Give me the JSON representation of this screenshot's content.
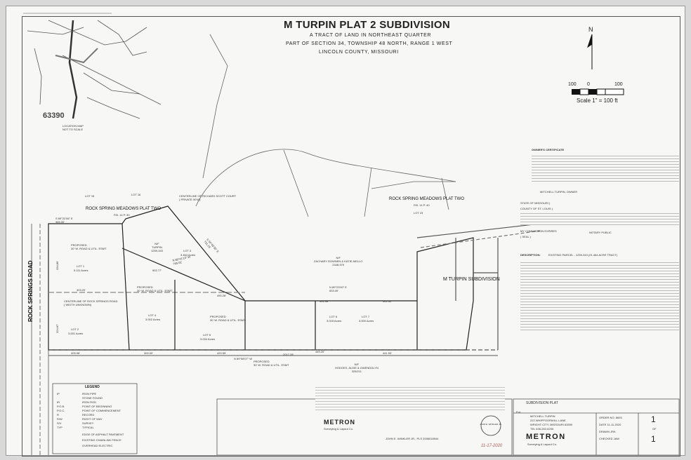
{
  "title": {
    "main": "M TURPIN PLAT 2 SUBDIVISION",
    "line1": "A TRACT OF LAND IN NORTHEAST QUARTER",
    "line2": "PART OF SECTION 34, TOWNSHIP 48 NORTH, RANGE 1 WEST",
    "line3": "LINCOLN COUNTY, MISSOURI"
  },
  "scale": {
    "ticks": [
      "100",
      "0",
      "100"
    ],
    "text": "Scale 1\" = 100 ft",
    "north": "N"
  },
  "location_map": {
    "zip": "63390",
    "caption": "LOCATION MAP\nNOT TO SCALE"
  },
  "plat": {
    "road": "ROCK SPRINGS ROAD",
    "road_centerline": "CENTERLINE OF ROCK SPRINGS ROAD\n( WIDTH UNKNOWN)",
    "court_centerline": "CENTERLINE OF RICHARD SCOTT COURT\n( PRIVATE 50'W)",
    "rsm_west": "ROCK SPRING MEADOWS PLAT TWO",
    "rsm_west_pb": "P.B. 14 P. 40",
    "rsm_east": "ROCK SPRING MEADOWS PLAT TWO",
    "rsm_east_pb": "P.B. 14 P. 40",
    "lot15": "LOT 15",
    "lot16": "LOT 16",
    "lot23": "LOT 23",
    "turpin_owner": "N/F\nTURPIN\n1259-343",
    "downen_owner": "N/F\nZACHARY DOWNEN & KATIE AIELLO\n2448-970",
    "hodges_owner": "N/F\nHODGES, ALDIE & GWENDOLYN\n325/211",
    "m_turpin_sub": "M TURPIN SUBDIVISION",
    "lots": [
      {
        "name": "LOT 1",
        "area": "5.111 Acres"
      },
      {
        "name": "LOT 2",
        "area": "3.001 Acres"
      },
      {
        "name": "LOT 3",
        "area": "3.464 Acres"
      },
      {
        "name": "LOT 4",
        "area": "3.002 Acres"
      },
      {
        "name": "LOT 5",
        "area": "3.034 Acres"
      },
      {
        "name": "LOT 6",
        "area": "3.018 Acres"
      },
      {
        "name": "LOT 7",
        "area": "3.000 Acres"
      }
    ],
    "easement": "PROPOSED\n30' W. ROAD & UTIL. ESMT",
    "dims": {
      "s89_top": "S 89°22'06\" E\n365.00'",
      "d403": "403.20'",
      "d405": "405.98'",
      "d300": "300.00'",
      "d420": "420.55'",
      "d449": "449.20'",
      "d441a": "441.50'",
      "d441b": "441.53'",
      "d391": "391.98'",
      "d2017": "2017.28'",
      "n89_bottom": "N 89°58'07\" W",
      "n89_mid": "N 89°23'00\" E\n833.40'",
      "n89_diag": "N 89°41'13\" W\n765.02'",
      "s54": "S 54°49'33\" E\n731.25'",
      "d902": "902.77'",
      "d490": "490.28'",
      "d334": "334.89'",
      "d324": "324.87'"
    }
  },
  "legend": {
    "title": "LEGEND",
    "items": [
      [
        "IP",
        "IRON PIPE"
      ],
      [
        "",
        "STONE FOUND"
      ],
      [
        "IR",
        "IRON ROD"
      ],
      [
        "P.O.B.",
        "POINT OF BEGINNING"
      ],
      [
        "P.O.C.",
        "POINT OF COMMENCEMENT"
      ],
      [
        "R",
        "RECORD"
      ],
      [
        "R/W",
        "RIGHT OF WAY"
      ],
      [
        "S/V",
        "SURVEY"
      ],
      [
        "TYP",
        "TYPICAL"
      ],
      [
        "",
        "EDGE OF ASPHALT PAVEMENT"
      ],
      [
        "",
        "EXISTING CHAINLINK FENCE"
      ],
      [
        "",
        "OVERHEAD ELECTRIC"
      ]
    ]
  },
  "owner_cert": {
    "heading": "OWNER'S CERTIFICATE",
    "signature": "MITCHELL TURPIN, OWNER",
    "state": "STATE OF MISSOURI  )",
    "county": "COUNTY OF ST. LOUIS )",
    "notary": "NOTARY PUBLIC",
    "seal": "( SEAL )",
    "commission": "MY COMMISSION EXPIRES"
  },
  "description": {
    "heading": "DESCRIPTION:",
    "existing": "EXISTING PARCEL - 1259-343 (21.464 ACRE TRACT)"
  },
  "title_block": {
    "heading": "SUBDIVISION PLAT",
    "for": "For:",
    "client": "MITCHELL TURPIN",
    "addr1": "222 WHIPPOORWILL LANE",
    "addr2": "WRIGHT CITY, MISSOURI 63390",
    "tel": "TEL 636-262-6230",
    "order": "ORDER NO. 8693",
    "date": "DATE 11-11-2020",
    "drawn": "DRAWN JRK",
    "checked": "CHECKED JAW",
    "sheet": "1",
    "of": "OF",
    "total": "1",
    "company": "METRON",
    "company_sub": "Surveying & Layout Co.",
    "surveyor": "JOHN E. WINKLER JR., PLS 2006018944",
    "seal_name": "JOHN E. WINKLER JR.",
    "sign_date": "11-17-2020"
  }
}
